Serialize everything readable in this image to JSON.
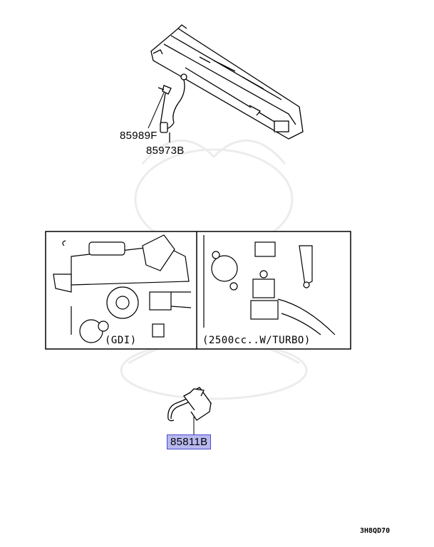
{
  "parts": {
    "clip_label": "85989F",
    "harness_label": "85973B",
    "connector_label": "85811B"
  },
  "inset": {
    "left_caption": "(GDI)",
    "right_caption": "(2500cc..W/TURBO)"
  },
  "diagram_code": "3H8QD70",
  "colors": {
    "highlight_fill": "#b8b8f0",
    "highlight_border": "#4a4ad0",
    "line": "#000000"
  }
}
